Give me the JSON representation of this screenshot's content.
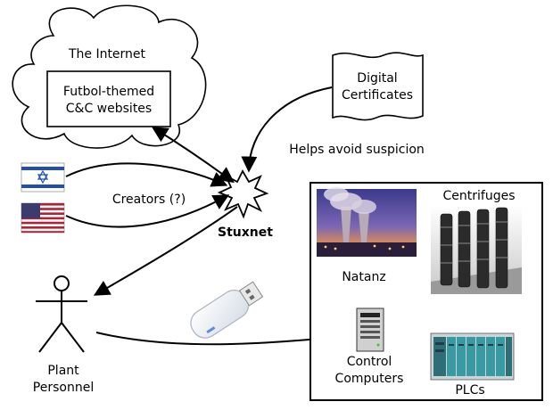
{
  "labels": {
    "internet": "The Internet",
    "cnc_line1": "Futbol-themed",
    "cnc_line2": "C&C websites",
    "certs_line1": "Digital",
    "certs_line2": "Certificates",
    "helps": "Helps avoid suspicion",
    "creators": "Creators (?)",
    "stuxnet": "Stuxnet",
    "personnel_line1": "Plant",
    "personnel_line2": "Personnel",
    "natanz": "Natanz",
    "centrifuges": "Centrifuges",
    "control_line1": "Control",
    "control_line2": "Computers",
    "plcs": "PLCs"
  },
  "colors": {
    "stroke": "#000000",
    "israel_blue": "#1f4fb5",
    "us_red": "#b22234",
    "us_blue": "#3c3b6e",
    "plc_teal": "#3a9aa3",
    "sky": "#6b5aa8",
    "usb_blue": "#5a8fd6"
  },
  "icons": [
    "israel-flag-icon",
    "us-flag-icon",
    "explosion-icon",
    "stick-figure-icon",
    "usb-drive-icon",
    "server-icon",
    "plc-icon",
    "centrifuges-image",
    "natanz-plant-image"
  ]
}
